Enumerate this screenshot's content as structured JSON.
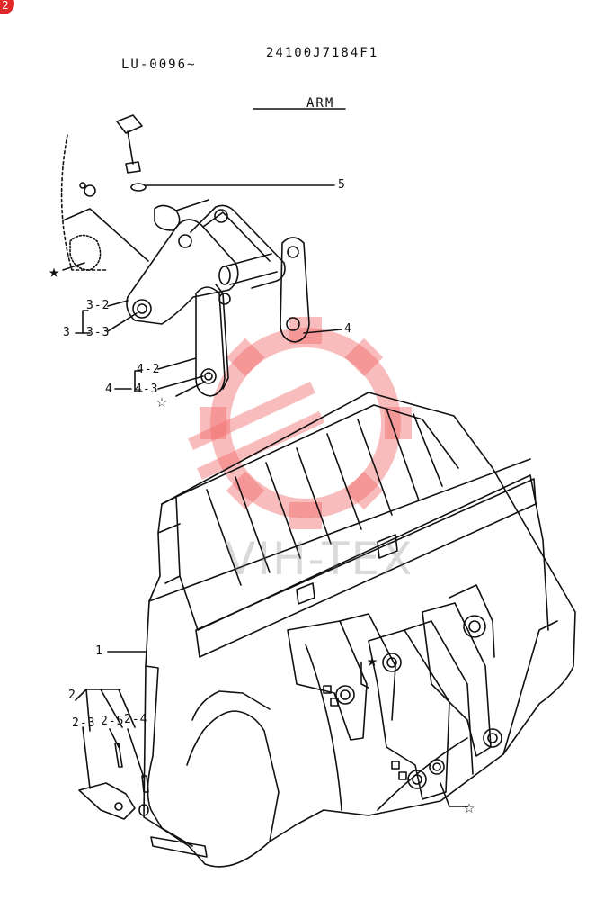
{
  "page_badge": "2",
  "header": {
    "serial": "LU-0096~",
    "part_code": "24100J7184F1",
    "section_title": "ARM"
  },
  "labels": {
    "l5": "5",
    "l3_2": "3-2",
    "l3": "3",
    "l3_3": "3-3",
    "l4": "4",
    "l4_2": "4-2",
    "l4_left": "4",
    "l4_3": "4-3",
    "l1": "1",
    "l2": "2",
    "l2_3": "2-3",
    "l2_5": "2-5",
    "l2_4": "2-4"
  },
  "markers": {
    "filled_star": "★",
    "open_star": "☆"
  },
  "watermark": "VIH-TEX",
  "colors": {
    "badge": "#e02a2a",
    "watermark_gear": "#f26a6a"
  }
}
